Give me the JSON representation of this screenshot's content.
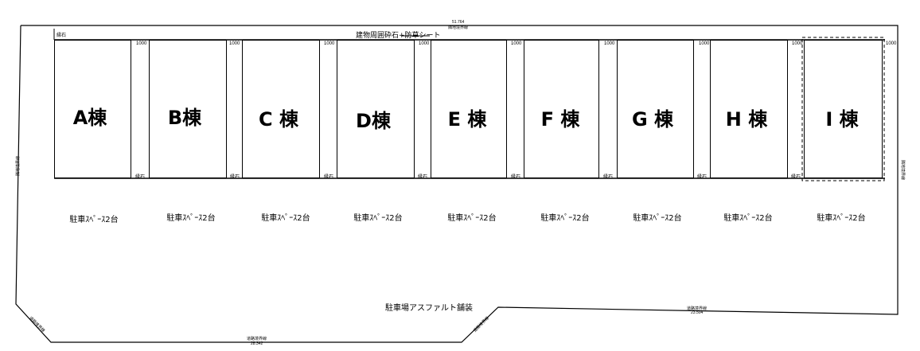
{
  "buildings": [
    {
      "label": "A棟",
      "spacing": "1000",
      "curb": "縁石"
    },
    {
      "label": "B棟",
      "spacing": "1000",
      "curb": "縁石"
    },
    {
      "label": "C 棟",
      "spacing": "1000",
      "curb": "縁石"
    },
    {
      "label": "D棟",
      "spacing": "1000",
      "curb": "縁石"
    },
    {
      "label": "E 棟",
      "spacing": "1000",
      "curb": "縁石"
    },
    {
      "label": "F 棟",
      "spacing": "1000",
      "curb": "縁石"
    },
    {
      "label": "G 棟",
      "spacing": "1000",
      "curb": "縁石"
    },
    {
      "label": "H 棟",
      "spacing": "1000",
      "curb": "縁石"
    },
    {
      "label": "I 棟",
      "spacing": "1000"
    }
  ],
  "parking": [
    "駐車ｽﾍﾟｰｽ2台",
    "駐車ｽﾍﾟｰｽ2台",
    "駐車ｽﾍﾟｰｽ2台",
    "駐車ｽﾍﾟｰｽ2台",
    "駐車ｽﾍﾟｰｽ2台",
    "駐車ｽﾍﾟｰｽ2台",
    "駐車ｽﾍﾟｰｽ2台",
    "駐車ｽﾍﾟｰｽ2台",
    "駐車ｽﾍﾟｰｽ2台"
  ],
  "top_curb": "縁石",
  "gravel_note": "建物周囲砕石+防草シート",
  "asphalt_label": "駐車場アスファルト舗装",
  "boundary": {
    "top_dim": "51.764",
    "top_label": "隣地境界線",
    "left_label": "隣地境界線",
    "right_label": "隣地境界線",
    "road_label": "道路境界線",
    "road_left_dim": "28.342",
    "road_right_dim": "23.504"
  }
}
